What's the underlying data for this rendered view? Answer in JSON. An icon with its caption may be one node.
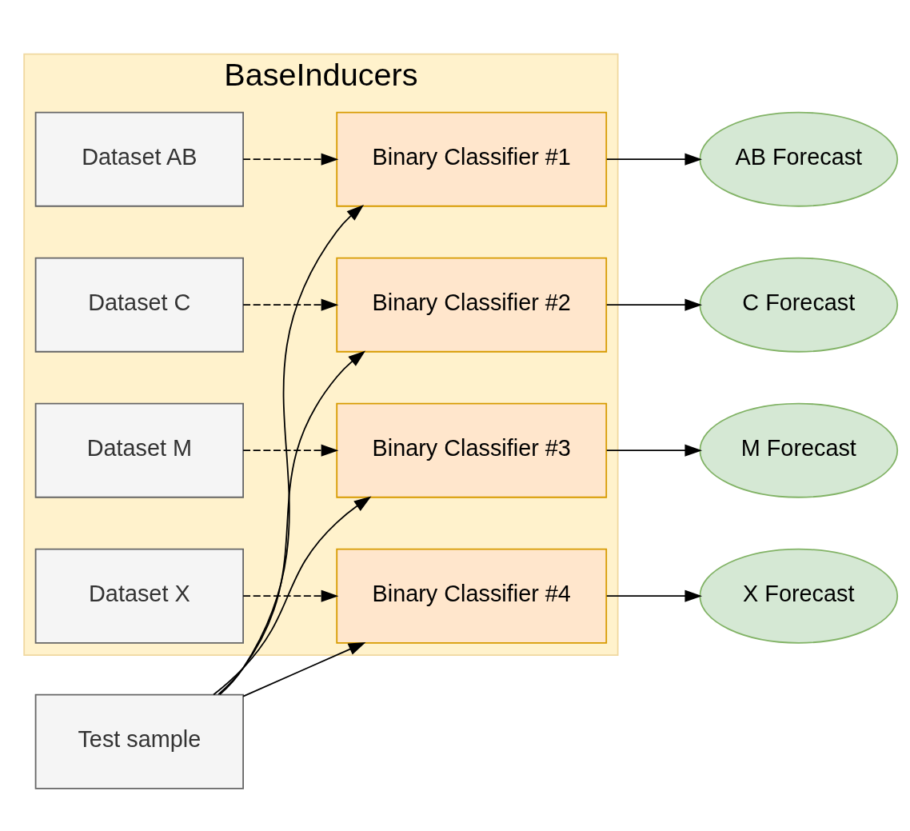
{
  "diagram": {
    "nodes": [
      {
        "text": [
          "BaseInducers"
        ]
      },
      {
        "text": [
          "Dataset AB"
        ],
        "in": 0
      },
      {
        "text": [
          "Binary Classifier #1"
        ],
        "in": 0
      },
      {
        "text": [
          "AB Forecast"
        ]
      },
      {
        "text": [
          "Dataset C"
        ],
        "in": 0
      },
      {
        "text": [
          "Binary Classifier #2"
        ],
        "in": 0
      },
      {
        "text": [
          "C Forecast"
        ]
      },
      {
        "text": [
          "Dataset M"
        ],
        "in": 0
      },
      {
        "text": [
          "Binary Classifier #3"
        ],
        "in": 0
      },
      {
        "text": [
          "M Forecast"
        ]
      },
      {
        "text": [
          "Dataset X"
        ],
        "in": 0
      },
      {
        "text": [
          "Binary Classifier #4"
        ],
        "in": 0
      },
      {
        "text": [
          "X Forecast"
        ]
      },
      {
        "text": [
          "Test sample"
        ]
      }
    ],
    "edges": [
      {
        "from": 1,
        "to": 2,
        "arrow": "to",
        "style": "dashed"
      },
      {
        "from": 2,
        "to": 3,
        "arrow": "to"
      },
      {
        "from": 4,
        "to": 5,
        "arrow": "to",
        "style": "dashed"
      },
      {
        "from": 5,
        "to": 6,
        "arrow": "to"
      },
      {
        "from": 7,
        "to": 8,
        "arrow": "to",
        "style": "dashed"
      },
      {
        "from": 8,
        "to": 9,
        "arrow": "to"
      },
      {
        "from": 10,
        "to": 11,
        "arrow": "to",
        "style": "dashed"
      },
      {
        "from": 11,
        "to": 12,
        "arrow": "to"
      },
      {
        "from": 13,
        "to": 11,
        "arrow": "to"
      },
      {
        "from": 13,
        "to": 8,
        "arrow": "to"
      },
      {
        "from": 13,
        "to": 5,
        "arrow": "to"
      },
      {
        "from": 13,
        "to": 2,
        "arrow": "to"
      }
    ]
  }
}
